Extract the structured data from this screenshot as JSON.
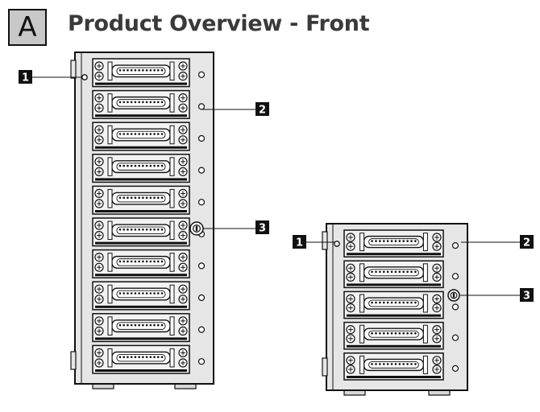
{
  "header": {
    "section_letter": "A",
    "title": "Product Overview - Front"
  },
  "large_unit": {
    "bay_count": 10,
    "callouts": [
      "1",
      "2",
      "3"
    ]
  },
  "small_unit": {
    "bay_count": 5,
    "callouts": [
      "1",
      "2",
      "3"
    ]
  },
  "colors": {
    "chassis_fill": "#e6e6e6",
    "bay_fill": "#f2f2f2",
    "outline": "#111111",
    "badge_fill": "#c8c8c8",
    "callout_fill": "#111111",
    "callout_text": "#ffffff"
  }
}
